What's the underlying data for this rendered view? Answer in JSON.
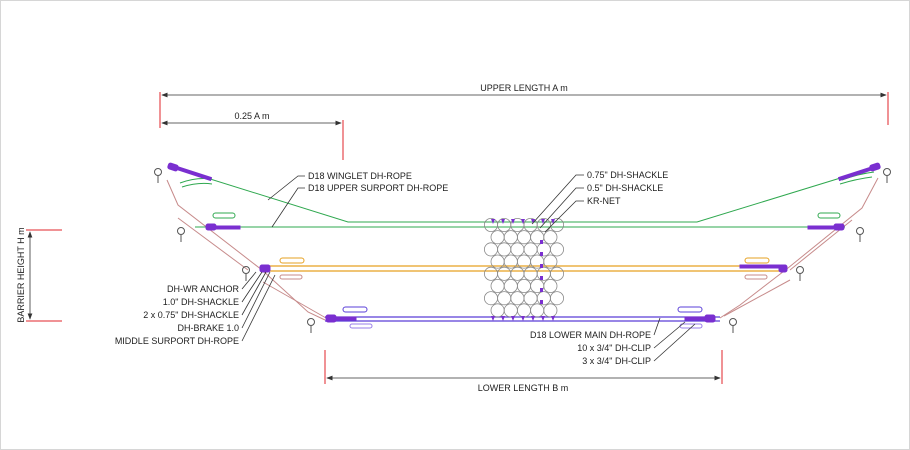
{
  "dimensions": {
    "upper_length": "UPPER LENGTH A m",
    "winglet_length": "0.25  A m",
    "lower_length": "LOWER LENGTH  B m",
    "barrier_height": "BARRIER HEIGHT H m"
  },
  "labels": {
    "winglet_rope": "D18 WINGLET DH-ROPE",
    "upper_support_rope": "D18 UPPER SURPORT DH-ROPE",
    "shackle_075": "0.75\" DH-SHACKLE",
    "shackle_05": "0.5\" DH-SHACKLE",
    "kr_net": "KR-NET",
    "wr_anchor": "DH-WR ANCHOR",
    "shackle_10": "1.0\" DH-SHACKLE",
    "shackle_2x075": "2 x 0.75\" DH-SHACKLE",
    "brake": "DH-BRAKE 1.0",
    "middle_support_rope": "MIDDLE SURPORT DH-ROPE",
    "lower_main_rope": "D18 LOWER MAIN DH-ROPE",
    "clip_10x": "10 x 3/4\" DH-CLIP",
    "clip_3x": "3 x 3/4\" DH-CLIP"
  },
  "colors": {
    "dimension": "#e0242b",
    "winglet_rope": "#2fa84f",
    "middle_rope": "#e6a020",
    "lower_rope": "#5a3fd8",
    "support_lines": "#c78b8b",
    "net": "#8a8a8a",
    "shackle": "#7a2fd0",
    "leader": "#333333"
  }
}
